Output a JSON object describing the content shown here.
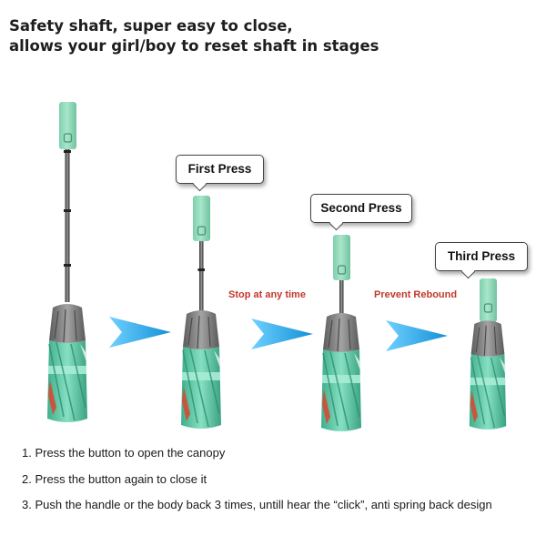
{
  "headline": {
    "line1": "Safety shaft, super easy to close,",
    "line2": "allows your girl/boy to reset shaft in stages"
  },
  "stages": {
    "press1": "First Press",
    "press2": "Second Press",
    "press3": "Third Press"
  },
  "annotations": {
    "stop": "Stop at any time",
    "rebound": "Prevent Rebound"
  },
  "steps": [
    "1. Press the button to open the canopy",
    "2. Press the button again to close it",
    "3. Push the handle or the body back 3 times, untill hear the “click”, anti spring back design"
  ],
  "colors": {
    "arrow": "#1aa3e0",
    "handle": "#8fd9b8",
    "sleeve": "#5ec9a8",
    "canopy_gray": "#7d7d7d",
    "accent_red": "#c0392b"
  }
}
